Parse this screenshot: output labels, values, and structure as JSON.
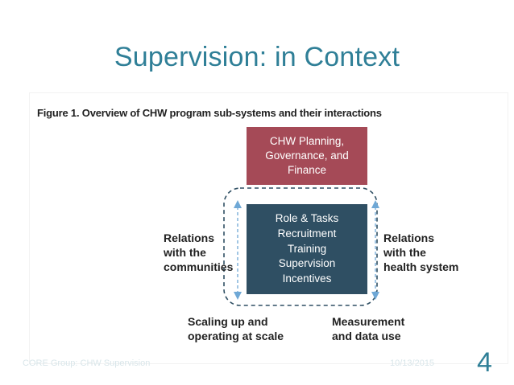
{
  "slide": {
    "title": "Supervision: in Context",
    "footer_left": "CORE Group: CHW Supervision",
    "footer_date": "10/13/2015",
    "page_number": "4"
  },
  "figure": {
    "caption": "Figure 1. Overview of CHW program sub-systems and their interactions",
    "planning_box": [
      "CHW Planning,",
      "Governance, and",
      "Finance"
    ],
    "core_box": [
      "Role & Tasks",
      "Recruitment",
      "Training",
      "Supervision",
      "Incentives"
    ],
    "left_label": [
      "Relations",
      "with the",
      "communities"
    ],
    "right_label": [
      "Relations",
      "with the",
      "health system"
    ],
    "bottom_left_label": [
      "Scaling up and",
      "operating at scale"
    ],
    "bottom_right_label": [
      "Measurement",
      "and data use"
    ]
  },
  "colors": {
    "title": "#2f7f97",
    "planning_box": "#a54a57",
    "core_box": "#2f4f63",
    "dashed_outline": "#2f4f63",
    "arrows": "#6fa8d6"
  }
}
